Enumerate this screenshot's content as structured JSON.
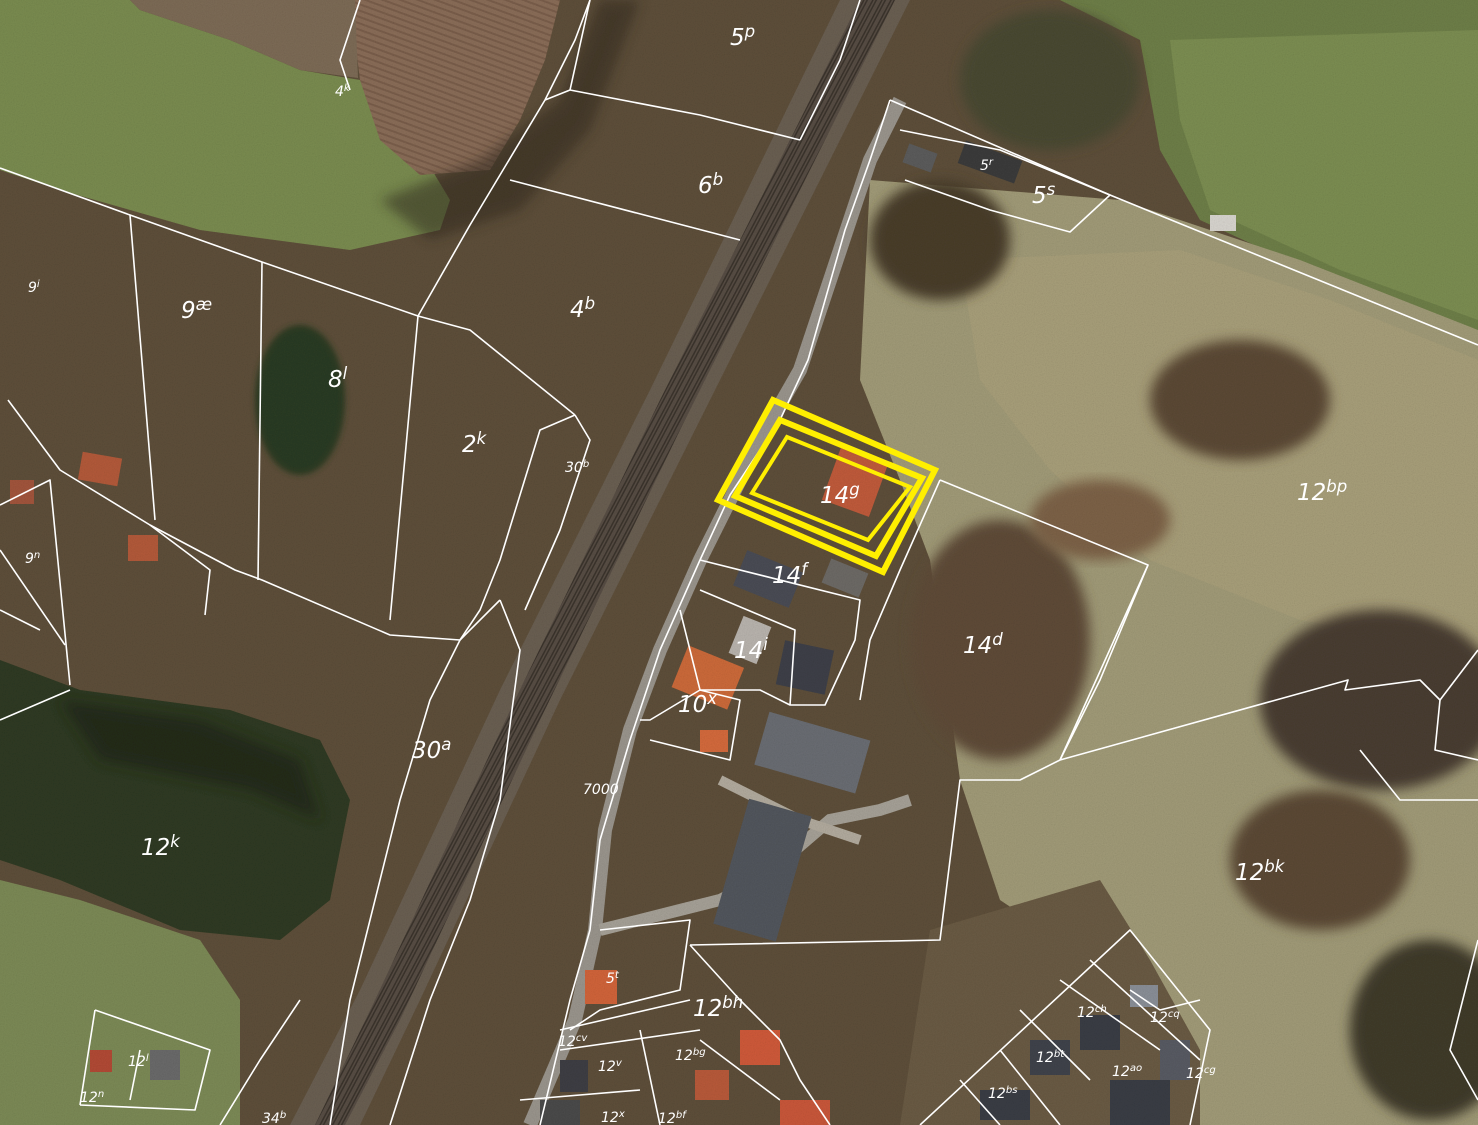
{
  "map": {
    "colors": {
      "field_green": "#7a8c50",
      "meadow_light": "#a19b78",
      "forest_dark": "#2f3a22",
      "brown_woodland": "#5e4f3a",
      "plowed_field": "#8c6f5a",
      "rail_gravel": "#5a5046",
      "road": "#9a958d",
      "parcel_line": "#ffffff",
      "highlight": "#ffef00"
    },
    "highlighted_parcel": "14g",
    "parcel_labels": [
      {
        "base": "5",
        "sup": "p"
      },
      {
        "base": "4",
        "sup": "k"
      },
      {
        "base": "6",
        "sup": "b"
      },
      {
        "base": "5",
        "sup": "r"
      },
      {
        "base": "5",
        "sup": "s"
      },
      {
        "base": "9",
        "sup": "i"
      },
      {
        "base": "9",
        "sup": "æ"
      },
      {
        "base": "4",
        "sup": "b"
      },
      {
        "base": "8",
        "sup": "l"
      },
      {
        "base": "2",
        "sup": "k"
      },
      {
        "base": "30",
        "sup": "b"
      },
      {
        "base": "14",
        "sup": "g"
      },
      {
        "base": "12",
        "sup": "bp"
      },
      {
        "base": "9",
        "sup": "n"
      },
      {
        "base": "14",
        "sup": "f"
      },
      {
        "base": "14",
        "sup": "i"
      },
      {
        "base": "14",
        "sup": "d"
      },
      {
        "base": "10",
        "sup": "x"
      },
      {
        "base": "30",
        "sup": "a"
      },
      {
        "base": "7000",
        "sup": ""
      },
      {
        "base": "12",
        "sup": "k"
      },
      {
        "base": "12",
        "sup": "bk"
      },
      {
        "base": "5",
        "sup": "t"
      },
      {
        "base": "12",
        "sup": "bh"
      },
      {
        "base": "12",
        "sup": "ch"
      },
      {
        "base": "12",
        "sup": "cq"
      },
      {
        "base": "12",
        "sup": "cv"
      },
      {
        "base": "12",
        "sup": "bg"
      },
      {
        "base": "12",
        "sup": "bt"
      },
      {
        "base": "12",
        "sup": "v"
      },
      {
        "base": "12",
        "sup": "l"
      },
      {
        "base": "12",
        "sup": "ao"
      },
      {
        "base": "12",
        "sup": "cg"
      },
      {
        "base": "12",
        "sup": "bs"
      },
      {
        "base": "12",
        "sup": "n"
      },
      {
        "base": "12",
        "sup": "x"
      },
      {
        "base": "12",
        "sup": "bf"
      },
      {
        "base": "34",
        "sup": "b"
      }
    ]
  }
}
